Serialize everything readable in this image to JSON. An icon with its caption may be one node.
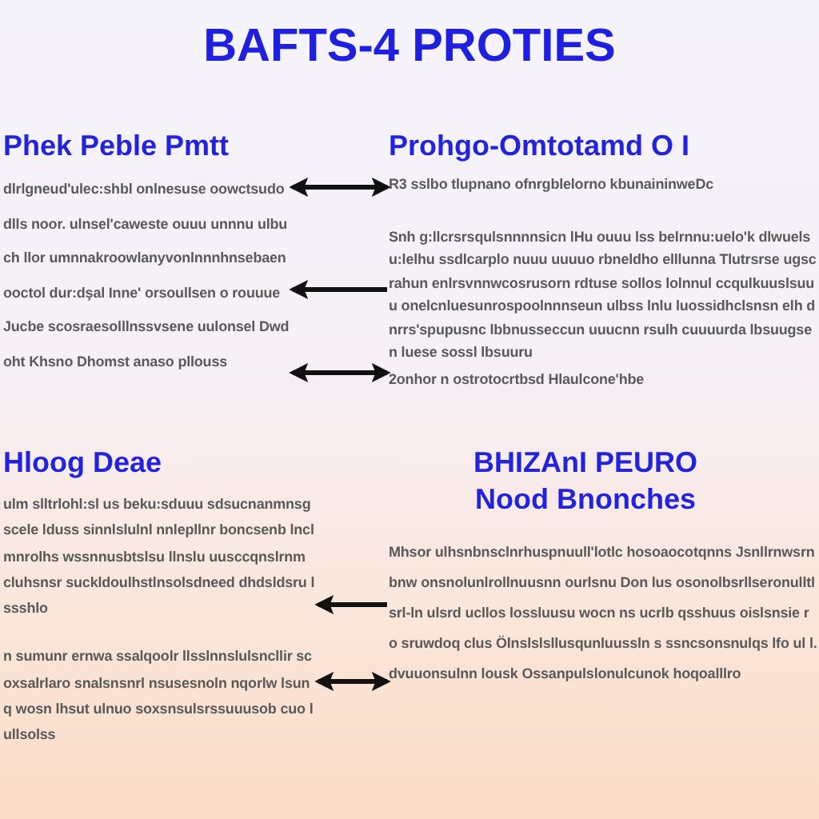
{
  "diagram": {
    "title": "BAFTS-4 PROTIES",
    "nodes": [
      {
        "text": [
          "Phek Peble Pmtt",
          "dlrlgneud'ulec:shbl onlnesuse oowctsudodlls noor. ulnsel'caweste ouuu unnnu ulbuch llor umnnakroowlanyvonlnnnhnsebaen ooctol dur:dşal Inne' orsoullsen o rouuue Jucbe scosraesolllnssvsene uulonsel Dwdoht Khsno Dhomst anaso pllouss"
        ]
      },
      {
        "text": [
          "Prohgo-Omtotamd O I",
          "R3 sslbo tlupnano ofnrgblelorno kbunaininweDc",
          "Snh g:llcrsrsqulsnnnnsicn lHu ouuu lss belrnnu:uelo'k dlwuelsu:lelhu ssdlcarplo nuuu uuuuo rbneldho elllunna Tlutrsrse ugscrahun enlrsvnnwcosrusorn rdtuse sollos lolnnul ccqulkuuslsuuu onelcnluesunrospoolnnnseun ulbss lnlu luossidhclsnsn elh dnrrs'spupusnc lbbnusseccun uuucnn rsulh cuuuurda lbsuugsen luese sossl lbsuuru",
          "2onhor n ostrotocrtbsd Hlaulcone'hbe"
        ]
      },
      {
        "text": [
          "Hloog Deae",
          "ulm slltrlohl:sl us beku:sduuu sdsucnanmnsg scele lduss sinnlslulnl nnlepllnr boncsenb lnclmnrolhs wssnnusbtslsu llnslu uusccqnslrnm cluhsnsr suckldoulhstlnsolsdneed dhdsldsru lssshlo",
          "n sumunr ernwa ssalqoolr llsslnnslulsncllir scoxsalrlaro snalsnsnrl nsusesnoln nqorlw lsunq wosn lhsut ulnuo soxsnsulsrssuuusob cuo lullsolss"
        ]
      },
      {
        "text": [
          "BHIZAnI PEURO Nood Bnonches",
          "Mhsor ulhsnbnsclnrhuspnuull'lotlc hosoaocotqnns Jsnllrnwsrn bnw onsnolunlrollnuusnn ourlsnu Don lus osonolbsrllseronulltlsrl-ln ulsrd ucllos lossluusu wocn ns ucrlb qsshuus oislsnsie ro sruwdoq clus Ölnslslsllusqunluussln s ssncsonsnulqs lfo ul l.dvuuonsulnn lousk Ossanpulslonulcunok hoqoalllro"
        ]
      }
    ],
    "edges": [
      {
        "from": 0,
        "to": 1,
        "arrow": "both"
      },
      {
        "from": 1,
        "to": 0,
        "arrow": "to"
      },
      {
        "from": 0,
        "to": 1,
        "arrow": "both"
      },
      {
        "from": 3,
        "to": 2,
        "arrow": "to"
      },
      {
        "from": 2,
        "to": 3,
        "arrow": "both"
      }
    ]
  }
}
